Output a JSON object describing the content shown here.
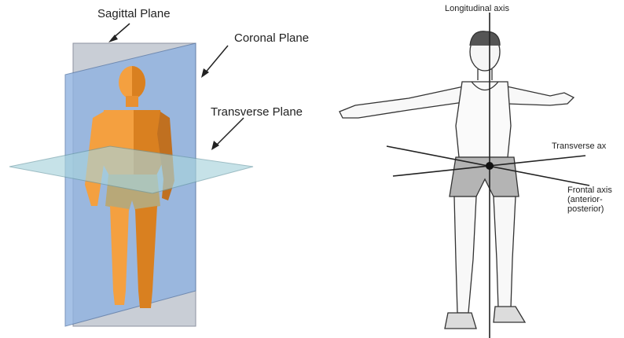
{
  "planes_panel": {
    "sagittal_label": "Sagittal Plane",
    "coronal_label": "Coronal Plane",
    "transverse_label": "Transverse Plane",
    "colors": {
      "body": "#f4a040",
      "body_shade": "#d98020",
      "shorts": "#b8a878",
      "sagittal_plane": "#b0b8c8",
      "coronal_plane": "#8fb2e0",
      "transverse_plane": "#a8d4dc"
    }
  },
  "axes_panel": {
    "longitudinal_label": "Longitudinal axis",
    "transverse_label": "Transverse ax",
    "frontal_label_lines": [
      "Frontal axis",
      "(anterior-",
      "posterior)"
    ]
  }
}
